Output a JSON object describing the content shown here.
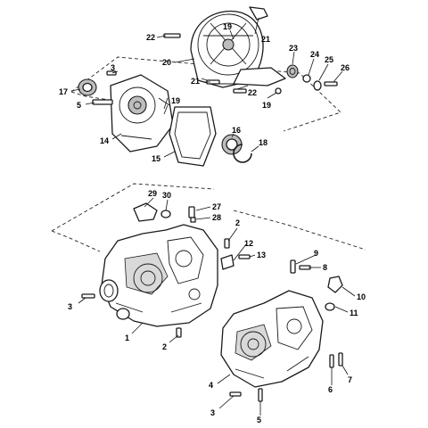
{
  "callouts": {
    "c1": "1",
    "c2a": "2",
    "c2b": "2",
    "c3a": "3",
    "c3b": "3",
    "c3c": "3",
    "c4": "4",
    "c5a": "5",
    "c5b": "5",
    "c6": "6",
    "c7": "7",
    "c8": "8",
    "c9": "9",
    "c10": "10",
    "c11": "11",
    "c12": "12",
    "c13": "13",
    "c14": "14",
    "c15": "15",
    "c16": "16",
    "c17": "17",
    "c18": "18",
    "c19a": "19",
    "c19b": "19",
    "c19c": "19",
    "c20": "20",
    "c21a": "21",
    "c21b": "21",
    "c22a": "22",
    "c22b": "22",
    "c23": "23",
    "c24": "24",
    "c25": "25",
    "c26": "26",
    "c27": "27",
    "c28": "28",
    "c29": "29",
    "c30": "30"
  }
}
